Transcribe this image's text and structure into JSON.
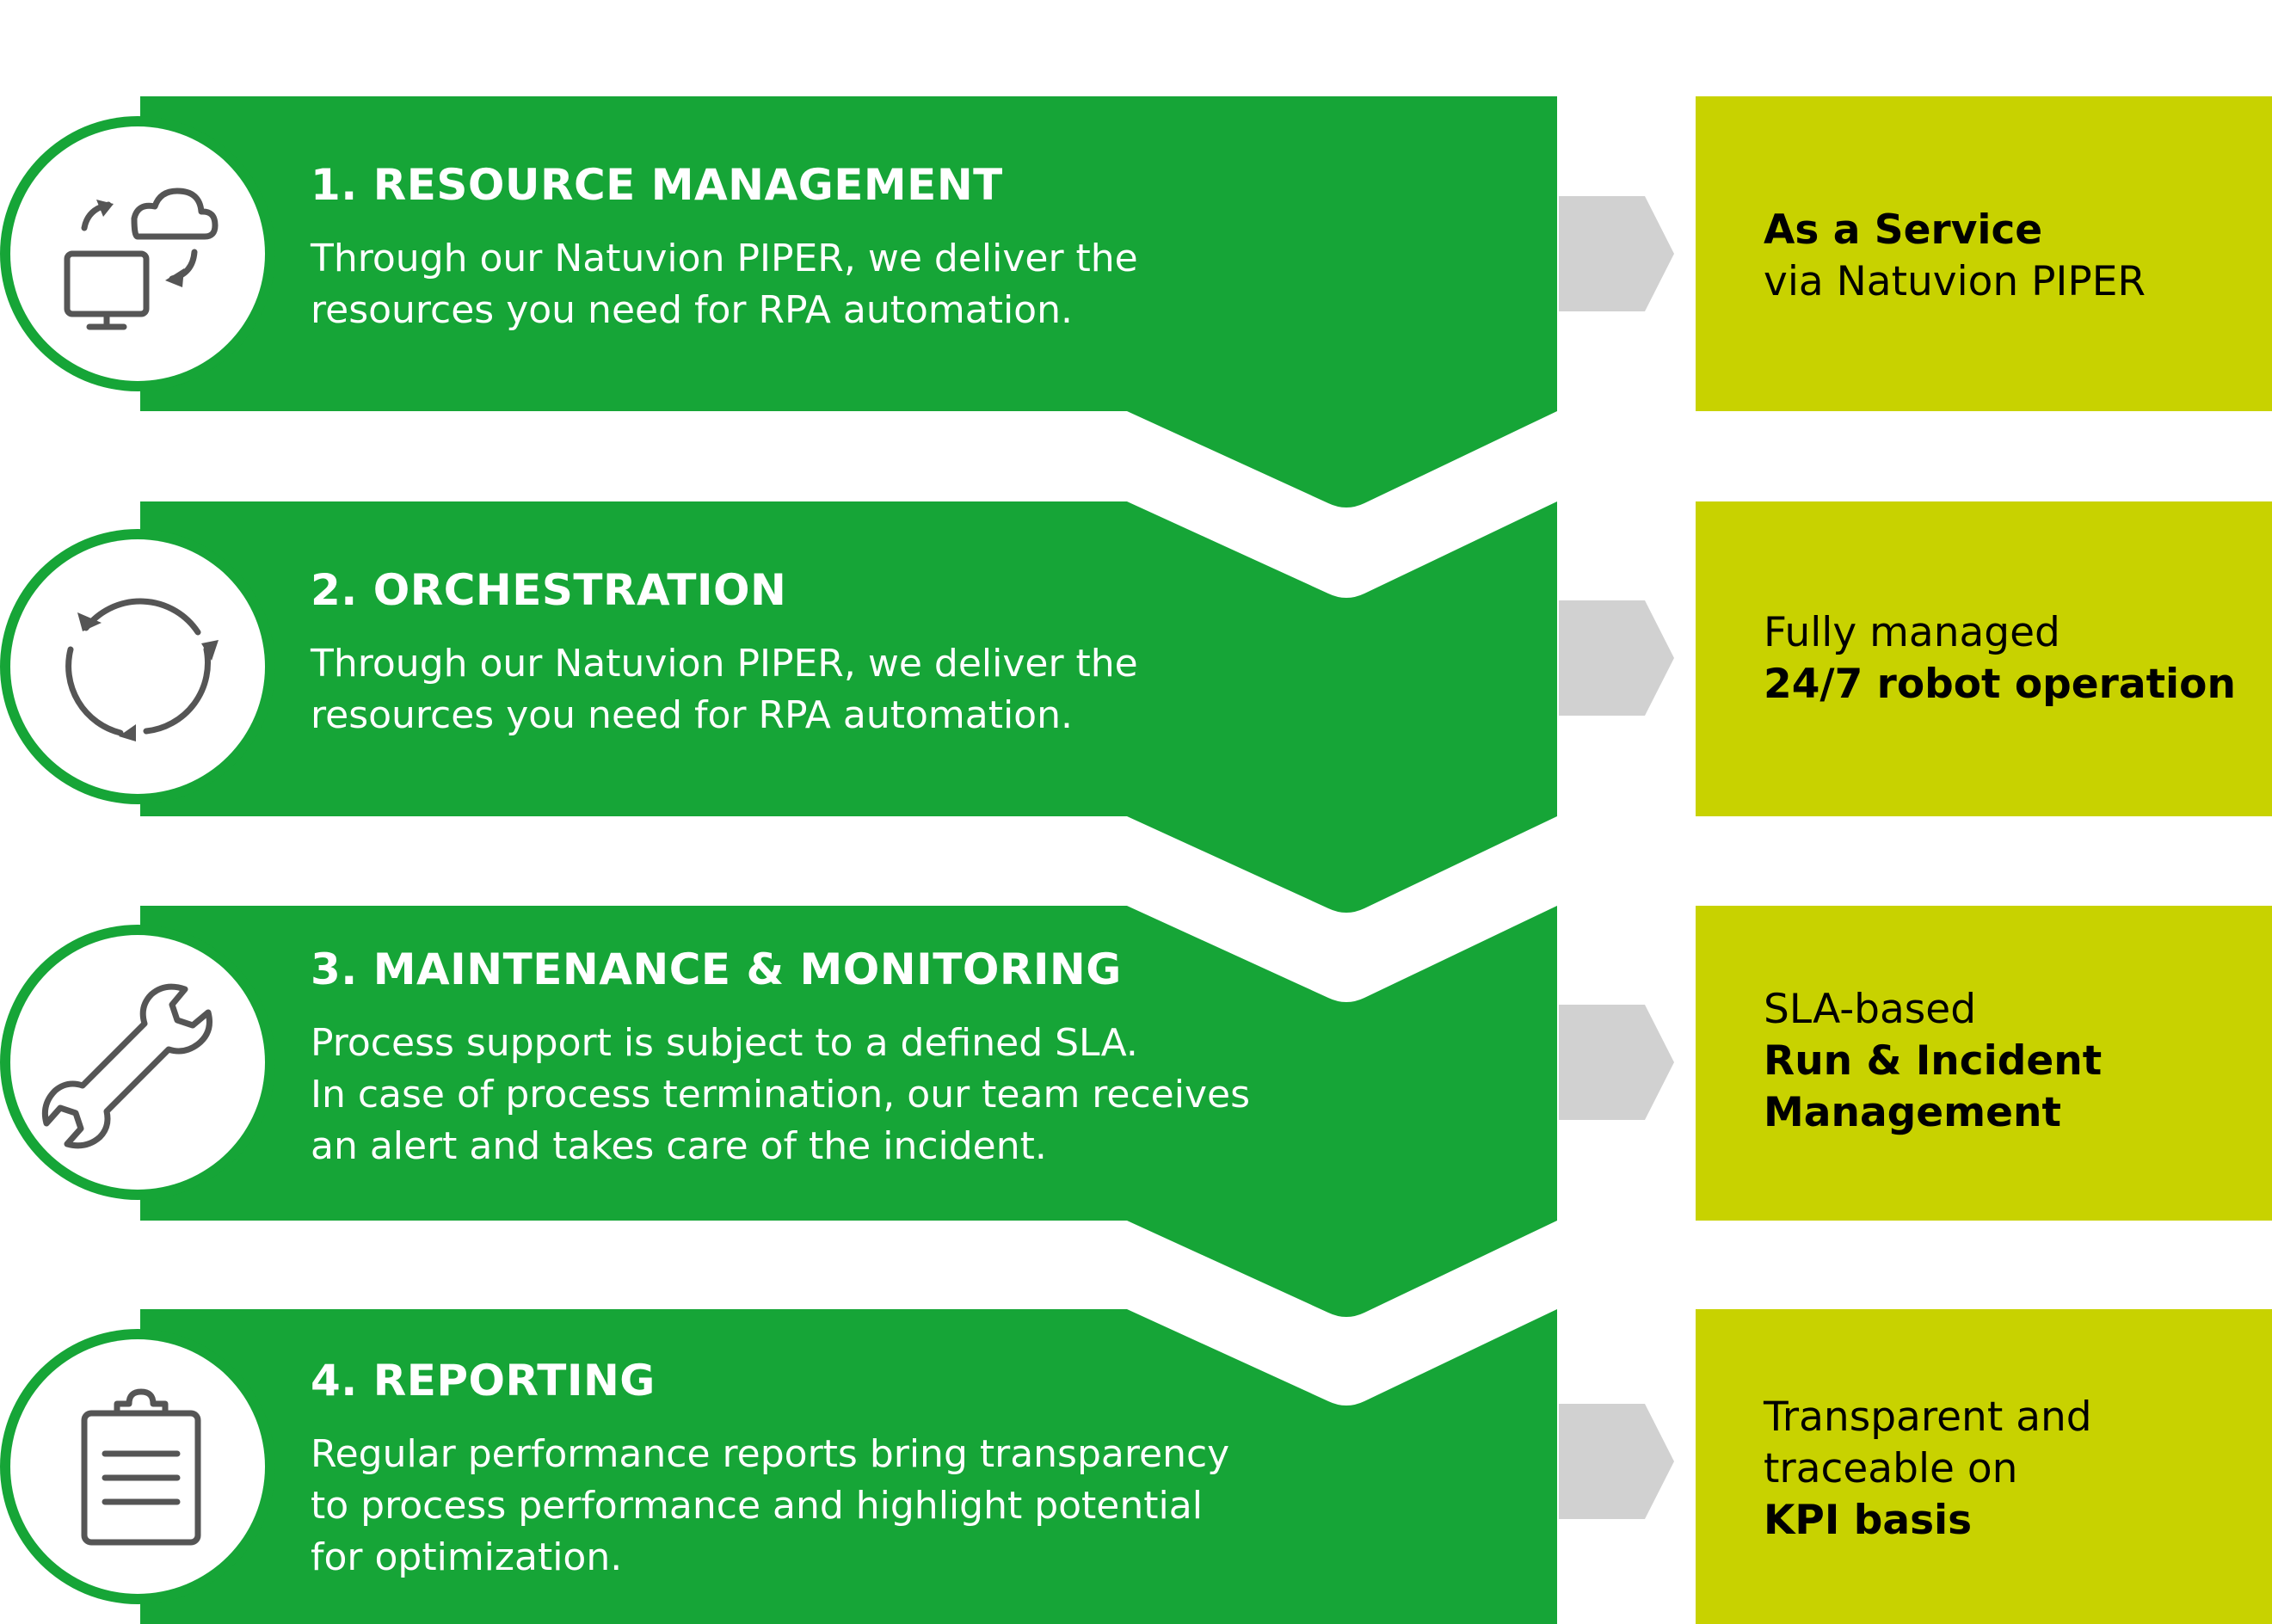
{
  "colors": {
    "green": "#16a537",
    "lime": "#c8d200",
    "arrow_gray": "#d1d1d1",
    "icon_gray": "#555555",
    "white": "#ffffff"
  },
  "steps": [
    {
      "title": "1. RESOURCE MANAGEMENT",
      "body": [
        "Through our Natuvion PIPER, we deliver the",
        "resources you need for RPA automation."
      ],
      "icon": "cloud-computer-sync-icon",
      "result": [
        {
          "text": "As a Service",
          "bold": true
        },
        {
          "text": "via Natuvion PIPER",
          "bold": false
        }
      ]
    },
    {
      "title": "2. ORCHESTRATION",
      "body": [
        "Through our Natuvion PIPER, we deliver the",
        "resources you need for RPA automation."
      ],
      "icon": "cycle-arrows-icon",
      "result": [
        {
          "text": "Fully managed",
          "bold": false
        },
        {
          "text": "24/7 robot operation",
          "bold": true
        }
      ]
    },
    {
      "title": "3. MAINTENANCE & MONITORING",
      "body": [
        "Process support is subject to a defined SLA.",
        "In case of process termination, our team receives",
        "an alert and takes care of the incident."
      ],
      "icon": "wrench-icon",
      "result": [
        {
          "text": "SLA-based",
          "bold": false
        },
        {
          "text": "Run & Incident",
          "bold": true
        },
        {
          "text": "Management",
          "bold": true
        }
      ]
    },
    {
      "title": "4. REPORTING",
      "body": [
        "Regular performance reports bring transparency",
        "to process performance and highlight potential",
        "for optimization."
      ],
      "icon": "clipboard-icon",
      "result": [
        {
          "text": "Transparent and",
          "bold": false
        },
        {
          "text": "traceable on",
          "bold": false
        },
        {
          "text": "KPI basis",
          "bold": true
        }
      ]
    }
  ]
}
